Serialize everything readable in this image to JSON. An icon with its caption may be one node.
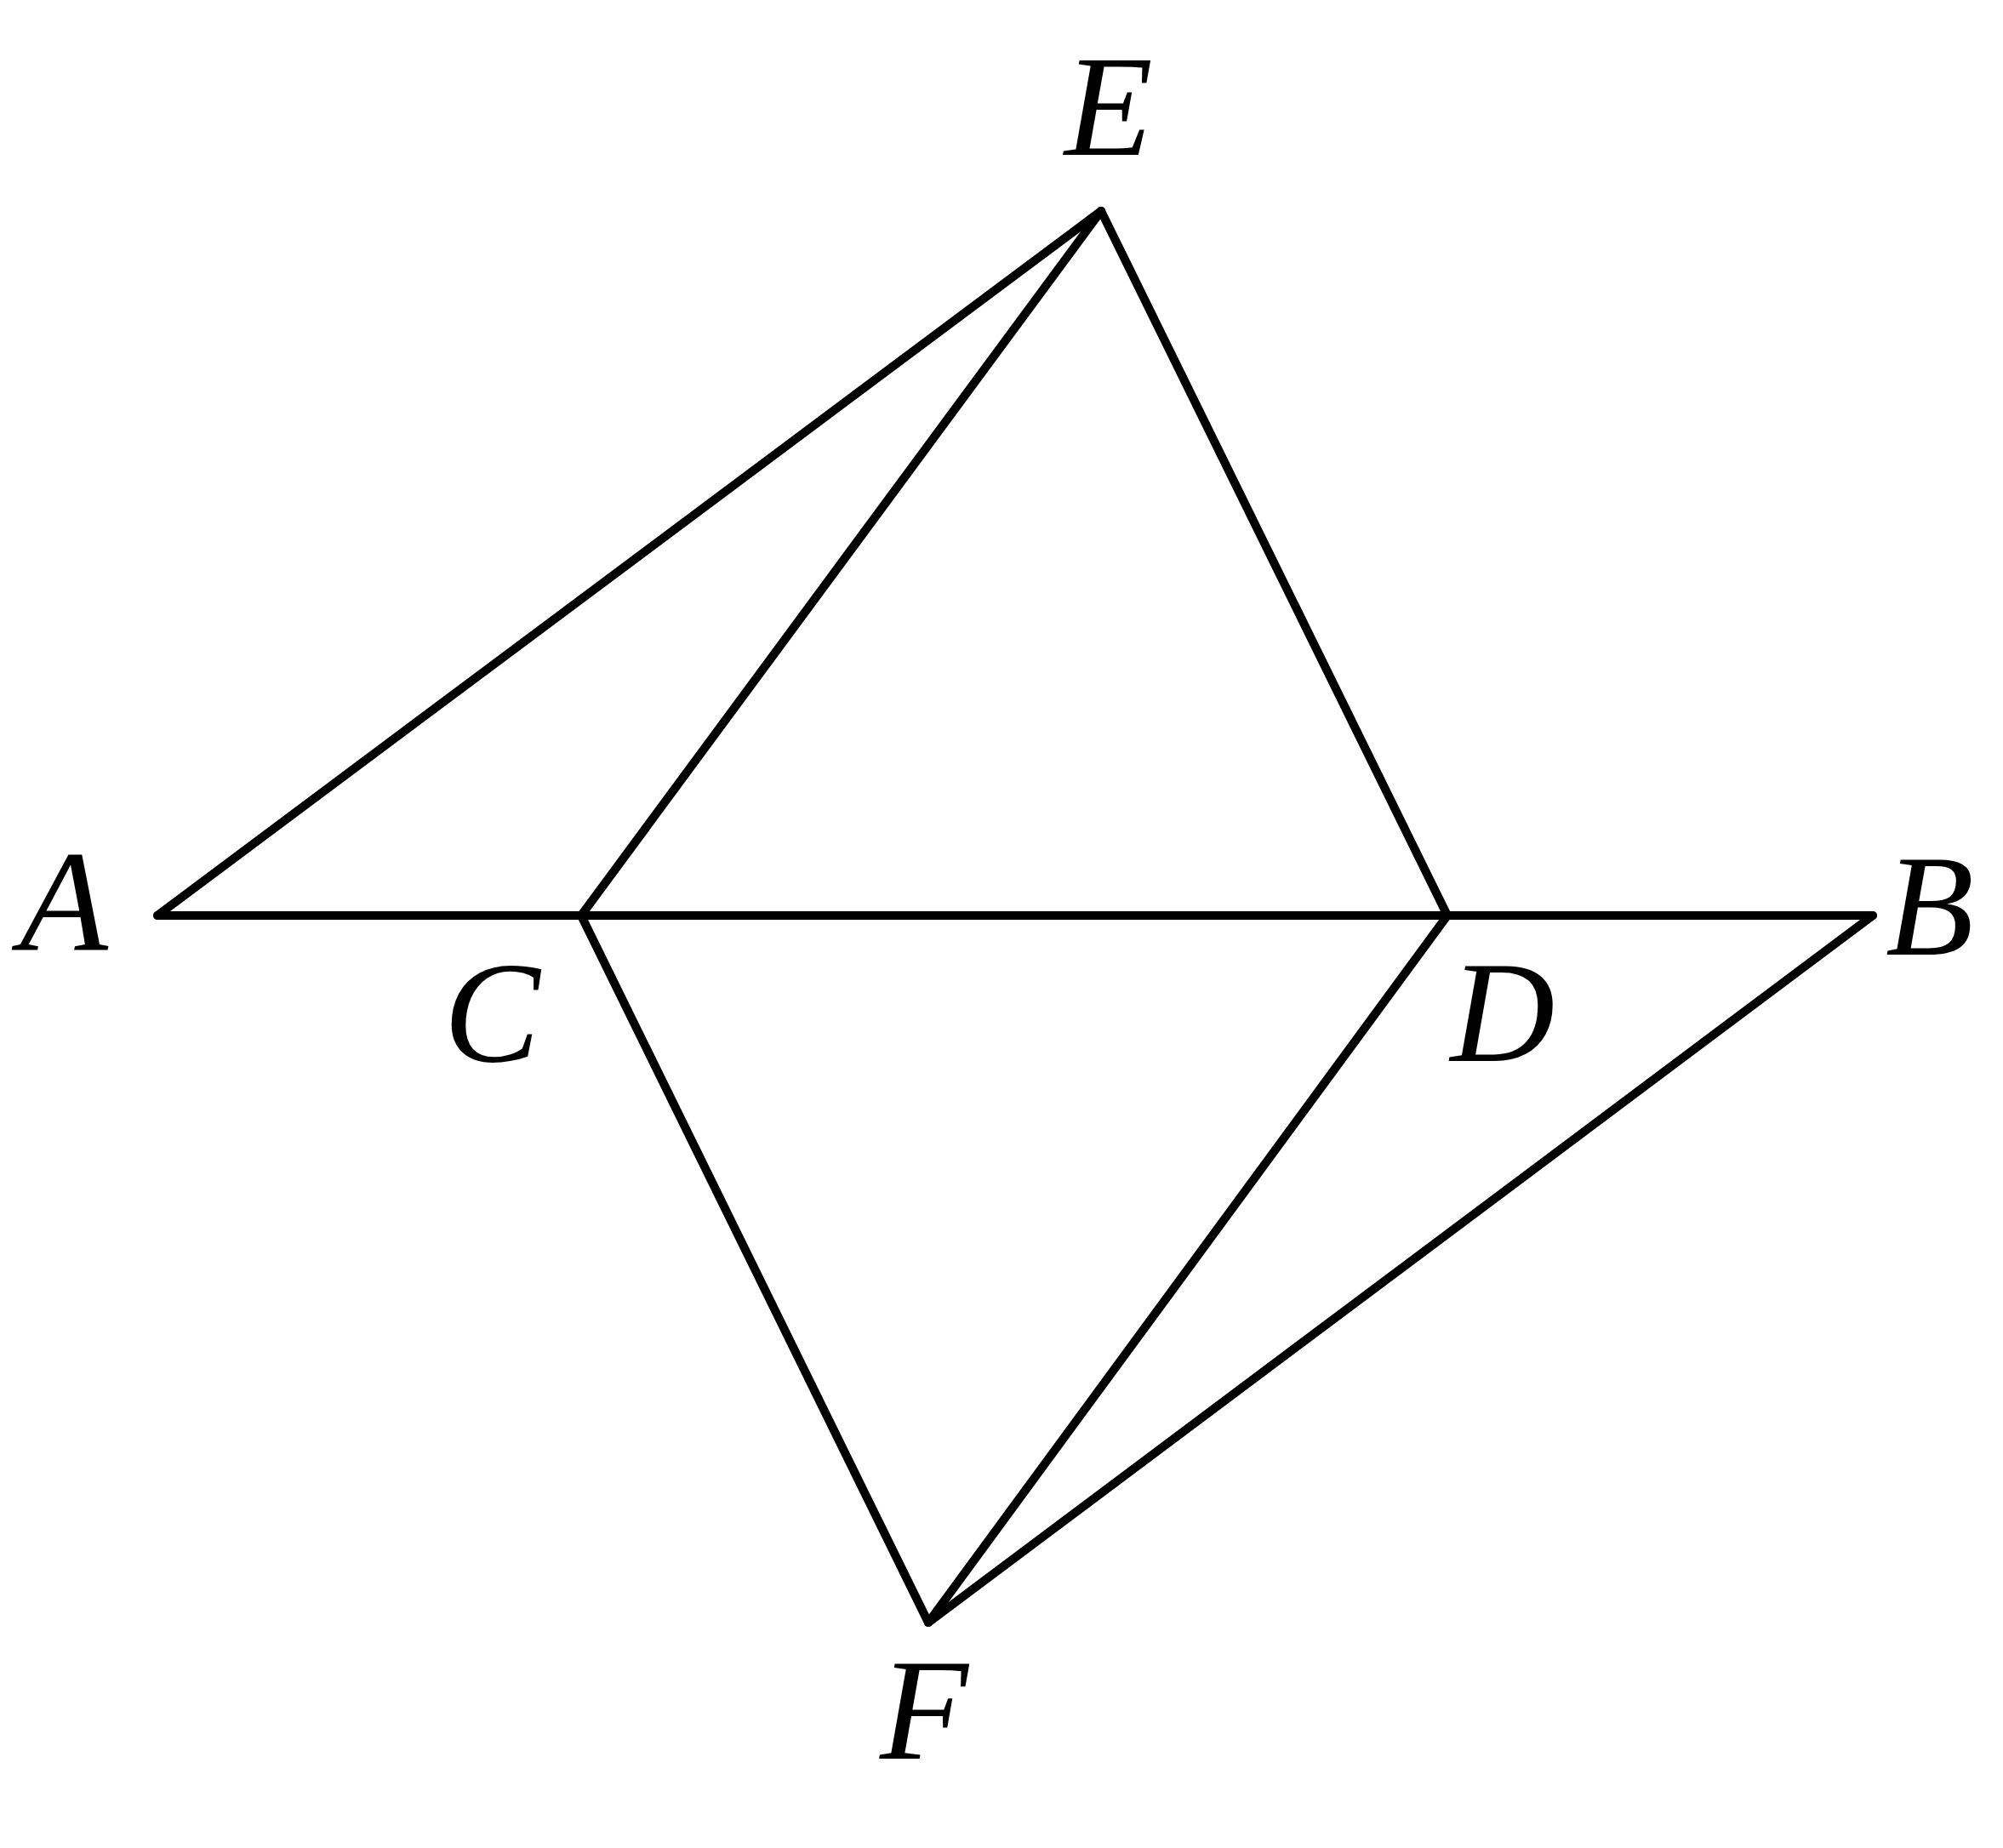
{
  "diagram": {
    "nodes": [
      {
        "text": [
          "E"
        ]
      },
      {
        "text": [
          "A"
        ]
      },
      {
        "text": [
          "C"
        ]
      },
      {
        "text": [
          "D"
        ]
      },
      {
        "text": [
          "B"
        ]
      },
      {
        "text": [
          "F"
        ]
      }
    ],
    "edges": [
      {
        "from": 1,
        "to": 0,
        "arrow": "none"
      },
      {
        "from": 0,
        "to": 2,
        "arrow": "none"
      },
      {
        "from": 0,
        "to": 3,
        "arrow": "none"
      },
      {
        "from": 1,
        "to": 2,
        "arrow": "none"
      },
      {
        "from": 2,
        "to": 3,
        "arrow": "none"
      },
      {
        "from": 3,
        "to": 4,
        "arrow": "none"
      },
      {
        "from": 2,
        "to": 5,
        "arrow": "none"
      },
      {
        "from": 3,
        "to": 5,
        "arrow": "none"
      },
      {
        "from": 4,
        "to": 5,
        "arrow": "none"
      }
    ]
  }
}
